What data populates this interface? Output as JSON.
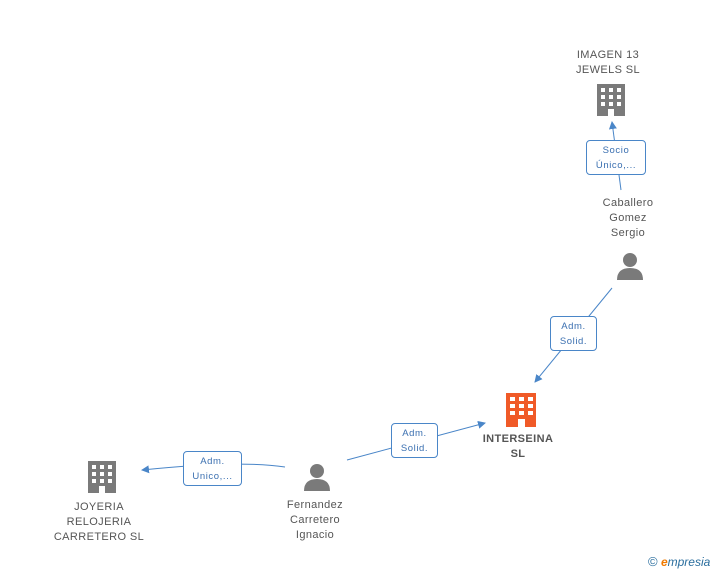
{
  "nodes": {
    "imagen": {
      "line1": "IMAGEN 13",
      "line2": "JEWELS  SL"
    },
    "caballero": {
      "line1": "Caballero",
      "line2": "Gomez",
      "line3": "Sergio"
    },
    "interseina": {
      "line1": "INTERSEINA",
      "line2": "SL"
    },
    "fernandez": {
      "line1": "Fernandez",
      "line2": "Carretero",
      "line3": "Ignacio"
    },
    "joyeria": {
      "line1": "JOYERIA",
      "line2": "RELOJERIA",
      "line3": "CARRETERO SL"
    }
  },
  "edges": {
    "socio": {
      "line1": "Socio",
      "line2": "Único,..."
    },
    "adm1": {
      "line1": "Adm.",
      "line2": "Solid."
    },
    "adm2": {
      "line1": "Adm.",
      "line2": "Solid."
    },
    "adm3": {
      "line1": "Adm.",
      "line2": "Unico,..."
    }
  },
  "brand": {
    "copyright": "©",
    "e": "e",
    "rest": "mpresia"
  },
  "colors": {
    "edge": "#4a86c8",
    "company": "#7a7a7a",
    "main_company": "#f05a28",
    "person": "#7a7a7a"
  }
}
